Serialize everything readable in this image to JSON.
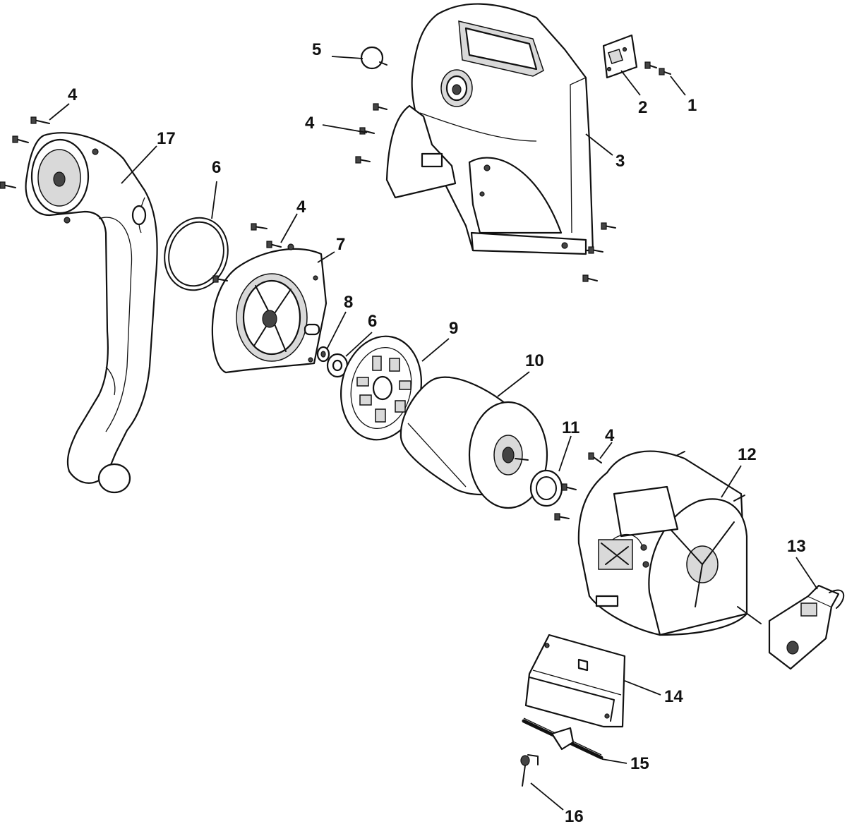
{
  "diagram": {
    "colors": {
      "ink": "#111111",
      "fill": "#ffffff",
      "shade": "#d9d9d9"
    },
    "callouts": [
      {
        "id": "c1",
        "label": "1"
      },
      {
        "id": "c2",
        "label": "2"
      },
      {
        "id": "c3",
        "label": "3"
      },
      {
        "id": "c4a",
        "label": "4"
      },
      {
        "id": "c4b",
        "label": "4"
      },
      {
        "id": "c4c",
        "label": "4"
      },
      {
        "id": "c4d",
        "label": "4"
      },
      {
        "id": "c5",
        "label": "5"
      },
      {
        "id": "c6a",
        "label": "6"
      },
      {
        "id": "c6b",
        "label": "6"
      },
      {
        "id": "c7",
        "label": "7"
      },
      {
        "id": "c8",
        "label": "8"
      },
      {
        "id": "c9",
        "label": "9"
      },
      {
        "id": "c10",
        "label": "10"
      },
      {
        "id": "c11",
        "label": "11"
      },
      {
        "id": "c12",
        "label": "12"
      },
      {
        "id": "c13",
        "label": "13"
      },
      {
        "id": "c14",
        "label": "14"
      },
      {
        "id": "c15",
        "label": "15"
      },
      {
        "id": "c16",
        "label": "16"
      },
      {
        "id": "c17",
        "label": "17"
      }
    ]
  }
}
